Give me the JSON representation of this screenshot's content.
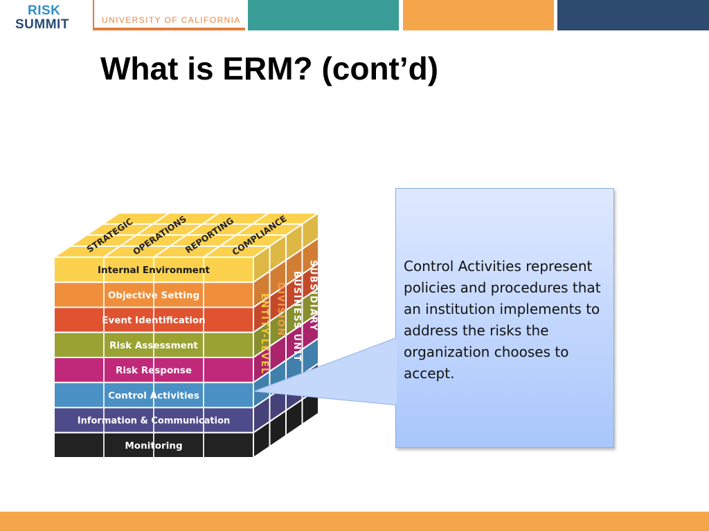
{
  "header": {
    "logo_line1": "RISK",
    "logo_line2": "SUMMIT",
    "institution": "UNIVERSITY OF CALIFORNIA",
    "band_colors": [
      "#e57b3a",
      "#3a9d98",
      "#f5a54a",
      "#2c4b6e"
    ]
  },
  "slide": {
    "title": "What is ERM? (cont’d)"
  },
  "cube": {
    "top_labels": [
      "STRATEGIC",
      "OPERATIONS",
      "REPORTING",
      "COMPLIANCE"
    ],
    "side_labels": [
      "ENTITY-LEVEL",
      "DIVISION",
      "BUSINESS UNIT",
      "SUBSIDIARY"
    ],
    "components": [
      {
        "label": "Internal Environment",
        "color": "#fcd14e"
      },
      {
        "label": "Objective Setting",
        "color": "#ef8e3b"
      },
      {
        "label": "Event Identification",
        "color": "#df5330"
      },
      {
        "label": "Risk Assessment",
        "color": "#9aa234"
      },
      {
        "label": "Risk Response",
        "color": "#c0297a"
      },
      {
        "label": "Control Activities",
        "color": "#4a90c5"
      },
      {
        "label": "Information & Communication",
        "color": "#4e4b8a"
      },
      {
        "label": "Monitoring",
        "color": "#222222"
      }
    ]
  },
  "callout": {
    "text": "Control Activities represent policies and procedures that an institution implements to address the risks the organization chooses to accept."
  }
}
